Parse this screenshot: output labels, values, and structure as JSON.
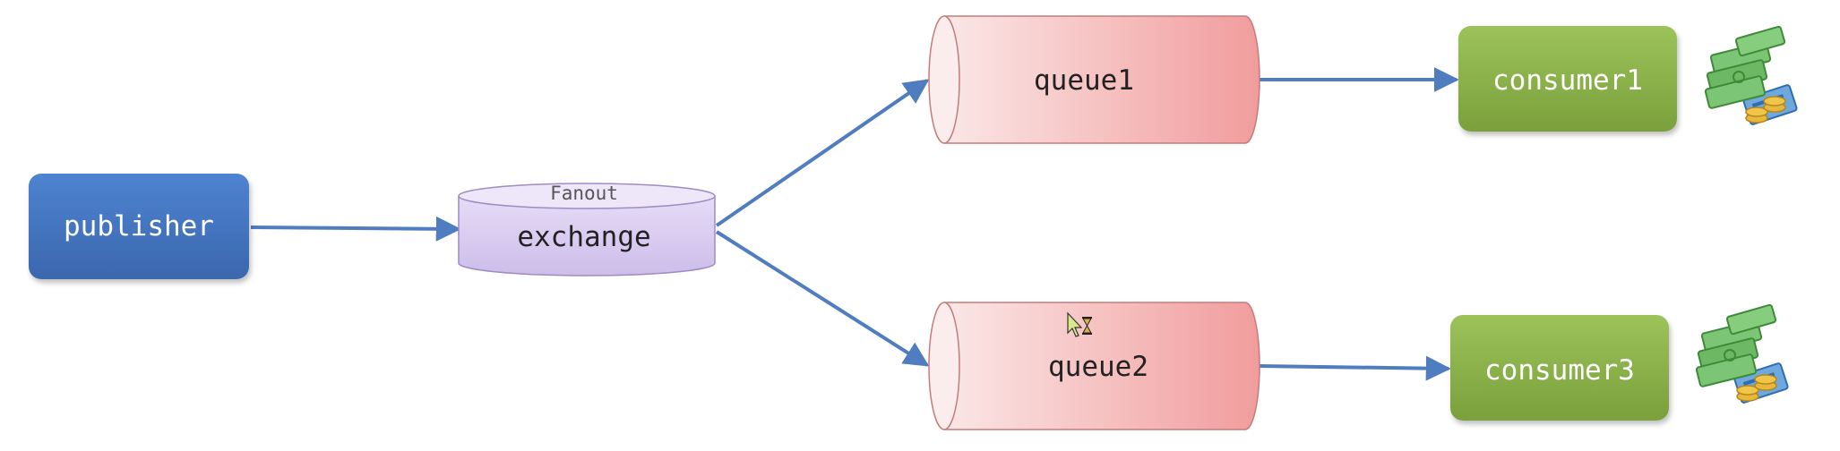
{
  "nodes": {
    "publisher": {
      "label": "publisher",
      "color": "#4472C4"
    },
    "exchange": {
      "label": "exchange",
      "type_label": "Fanout",
      "color": "#D9CCF0"
    },
    "queue1": {
      "label": "queue1",
      "color": "#F2A7A7"
    },
    "queue2": {
      "label": "queue2",
      "color": "#F2A7A7"
    },
    "consumer1": {
      "label": "consumer1",
      "color": "#8DB04A"
    },
    "consumer3": {
      "label": "consumer3",
      "color": "#8DB04A"
    }
  },
  "edges": [
    {
      "from": "publisher",
      "to": "exchange"
    },
    {
      "from": "exchange",
      "to": "queue1"
    },
    {
      "from": "exchange",
      "to": "queue2"
    },
    {
      "from": "queue1",
      "to": "consumer1"
    },
    {
      "from": "queue2",
      "to": "consumer3"
    }
  ],
  "icons": {
    "money_icon": "money-stack-icon",
    "cursor_icon": "busy-cursor-icon"
  },
  "colors": {
    "arrow": "#4F7DC0"
  }
}
